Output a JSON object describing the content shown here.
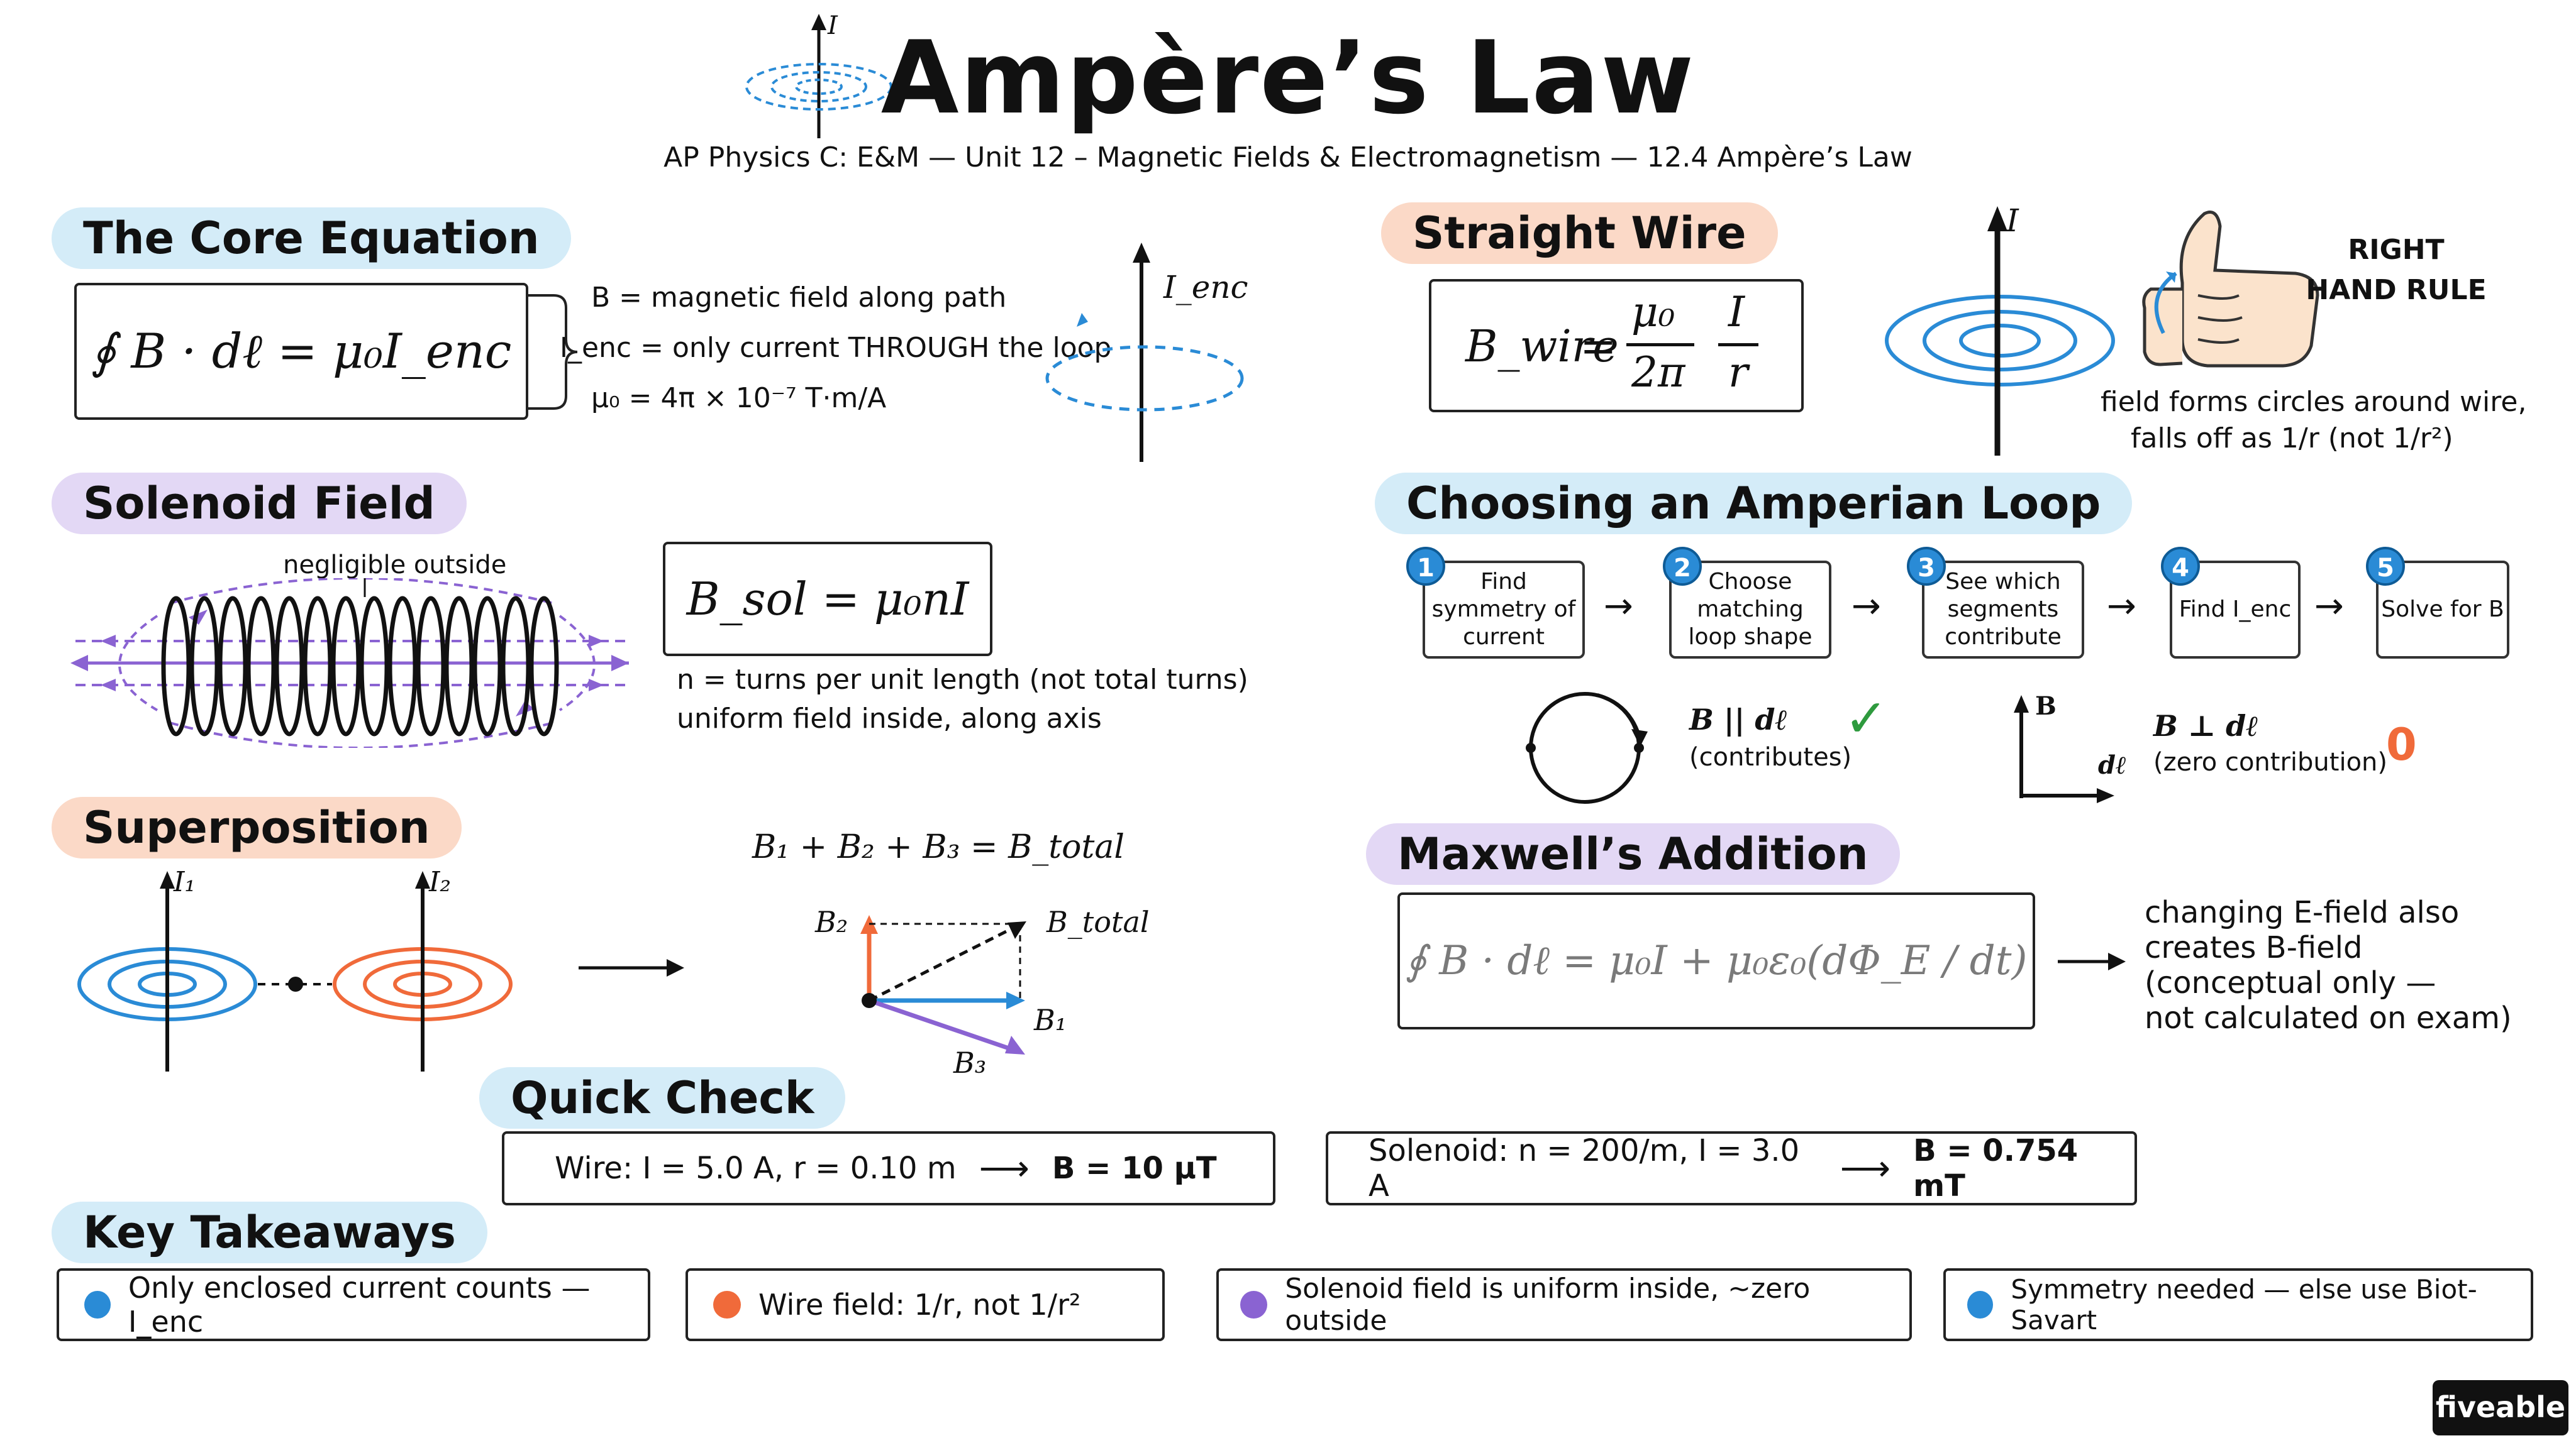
{
  "header": {
    "title": "Ampère’s Law",
    "subtitle": "AP Physics C: E&M — Unit 12 – Magnetic Fields & Electromagnetism — 12.4 Ampère’s Law",
    "icon_label": "I"
  },
  "core": {
    "heading": "The Core Equation",
    "equation": "∮ B · dℓ = μ₀I_enc",
    "def_b": "B = magnetic field along path",
    "def_ienc": "I_enc = only current THROUGH the loop",
    "def_mu": "μ₀ = 4π × 10⁻⁷ T·m/A",
    "diagram_label": "I_enc"
  },
  "wire": {
    "heading": "Straight Wire",
    "equation_lhs": "B_wire",
    "eq_num1": "μ₀",
    "eq_den1": "2π",
    "eq_num2": "I",
    "eq_den2": "r",
    "diagram_label": "I",
    "rhr_label": "RIGHT HAND RULE",
    "note_line1": "field forms circles around wire,",
    "note_line2": "falls off as 1/r (not 1/r²)"
  },
  "solenoid": {
    "heading": "Solenoid Field",
    "outside_label": "negligible outside",
    "equation": "B_sol = μ₀nI",
    "note_line1": "n = turns per unit length (not total turns)",
    "note_line2": "uniform field inside, along axis"
  },
  "loop": {
    "heading": "Choosing an Amperian Loop",
    "steps": [
      {
        "num": "1",
        "label": "Find symmetry of current"
      },
      {
        "num": "2",
        "label": "Choose matching loop shape"
      },
      {
        "num": "3",
        "label": "See which segments contribute"
      },
      {
        "num": "4",
        "label": "Find I_enc"
      },
      {
        "num": "5",
        "label": "Solve for B"
      }
    ],
    "parallel_label": "B || dℓ",
    "parallel_note": "(contributes)",
    "check_mark": "✓",
    "perp_label": "B ⊥ dℓ",
    "perp_note": "(zero contribution)",
    "zero": "0",
    "axis_b": "B",
    "axis_dl": "dℓ"
  },
  "superposition": {
    "heading": "Superposition",
    "equation": "B₁ + B₂ + B₃ = B_total",
    "i1": "I₁",
    "i2": "I₂",
    "v_b1": "B₁",
    "v_b2": "B₂",
    "v_b3": "B₃",
    "v_total": "B_total"
  },
  "maxwell": {
    "heading": "Maxwell’s Addition",
    "equation": "∮ B · dℓ = μ₀I + μ₀ε₀(dΦ_E / dt)",
    "note_line1": "changing E-field also",
    "note_line2": "creates B-field",
    "note_line3": "(conceptual only —",
    "note_line4": "not calculated on exam)"
  },
  "quick_check": {
    "heading": "Quick Check",
    "wire_given": "Wire:  I = 5.0 A, r = 0.10 m",
    "wire_result": "B = 10 μT",
    "sol_given": "Solenoid:  n = 200/m, I = 3.0 A",
    "sol_result": "B = 0.754 mT"
  },
  "takeaways": {
    "heading": "Key Takeaways",
    "items": [
      {
        "text": "Only enclosed current counts — I_enc",
        "color": "#2a8bd6"
      },
      {
        "text": "Wire field:  1/r, not 1/r²",
        "color": "#f06a3a"
      },
      {
        "text": "Solenoid field is uniform inside, ~zero outside",
        "color": "#8a63d2"
      },
      {
        "text": "Symmetry needed — else use Biot-Savart",
        "color": "#2a8bd6"
      }
    ]
  },
  "brand": {
    "logo": "fiveable"
  },
  "colors": {
    "blue": "#2a8bd6",
    "orange": "#f06a3a",
    "purple": "#8a63d2",
    "green": "#2e9a3e"
  }
}
